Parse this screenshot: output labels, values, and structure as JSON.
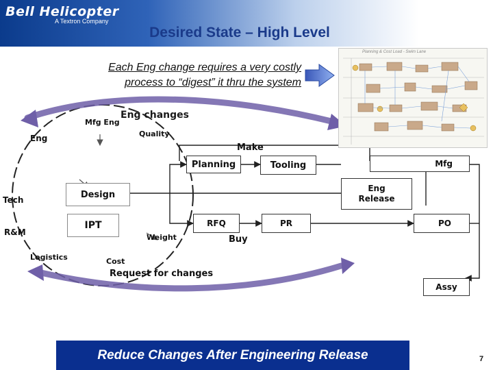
{
  "header": {
    "logo": "Bell Helicopter",
    "logo_sub": "A Textron Company",
    "title": "Desired State – High Level"
  },
  "note": {
    "line1": "Each Eng change requires a very costly",
    "line2": "process to “digest” it thru the system"
  },
  "thumbnail": {
    "caption": "Planning & Cost Load - Swim Lane"
  },
  "diagram": {
    "circle_labels": {
      "mfg_eng": "Mfg Eng",
      "eng": "Eng",
      "eng_changes": "Eng changes",
      "quality": "Quality",
      "make": "Make",
      "tech": "Tech",
      "design": "Design",
      "rnm": "R&M",
      "ipt": "IPT",
      "weight": "Weight",
      "buy": "Buy",
      "logistics": "Logistics",
      "cost": "Cost",
      "request_for_changes": "Request for changes"
    },
    "boxes": {
      "planning": "Planning",
      "tooling": "Tooling",
      "mfg": "Mfg",
      "eng_release": "Eng Release",
      "rfq": "RFQ",
      "pr": "PR",
      "po": "PO",
      "assy": "Assy"
    }
  },
  "footer": {
    "banner": "Reduce Changes After Engineering Release",
    "page_number": "7"
  },
  "colors": {
    "title_blue": "#1a3a8a",
    "footer_blue": "#0a2f8f",
    "arrow_purple": "#6f5fa8",
    "arrow_blue": "#5b7fd6"
  }
}
